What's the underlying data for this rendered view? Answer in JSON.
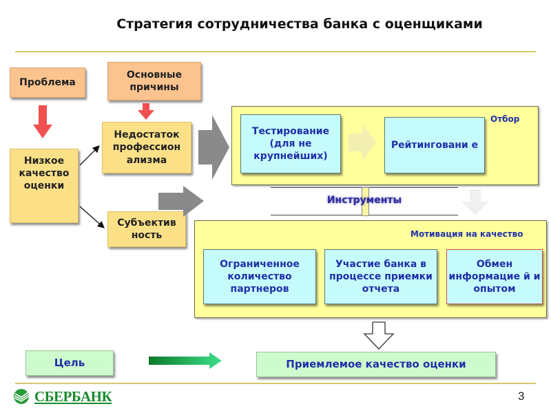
{
  "title": "Стратегия сотрудничества банка с оценщиками",
  "left": {
    "problem_label": "Проблема",
    "causes_label": "Основные причины",
    "problem": "Низкое качество оценки",
    "cause_1": "Недостаток профессион ализма",
    "cause_2": "Субъектив ность"
  },
  "selection": {
    "label": "Отбор",
    "items": [
      "Тестирование (для не крупнейших)",
      "Рейтинговани е"
    ]
  },
  "tools_label": "Инструменты",
  "motivation": {
    "label": "Мотивация на качество",
    "items": [
      "Ограниченное количество партнеров",
      "Участие банка в процессе приемки отчета",
      "Обмен информацие й и опытом"
    ]
  },
  "goal": {
    "label": "Цель",
    "result": "Приемлемое качество оценки"
  },
  "footer": {
    "brand": "СБЕРБАНК",
    "page_number": "3"
  },
  "colors": {
    "accent_line": "#d8c866",
    "brand_green": "#1a8a2e",
    "red_arrow": "#f05050"
  }
}
